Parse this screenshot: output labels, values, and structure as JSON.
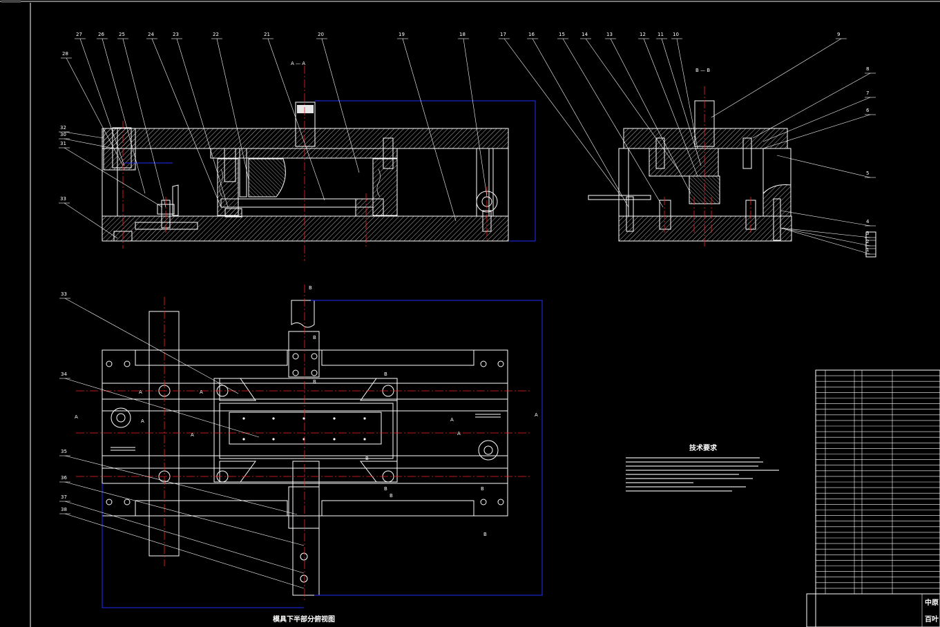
{
  "section_marks": {
    "aa_top": "A — A",
    "bb_top": "B — B",
    "a": "A",
    "b": "B"
  },
  "top_leaders": [
    "27",
    "26",
    "25",
    "24",
    "23",
    "22",
    "21",
    "20",
    "19",
    "18",
    "17",
    "16",
    "15",
    "14",
    "13",
    "12",
    "11",
    "10",
    "9"
  ],
  "left_leaders": [
    "28",
    "32",
    "30",
    "31",
    "33"
  ],
  "right_leaders": [
    "8",
    "7",
    "6",
    "5",
    "4",
    "3",
    "2",
    "1"
  ],
  "plan_leaders": [
    "33",
    "34",
    "35",
    "36",
    "37",
    "38"
  ],
  "tech_req_title": "技术要求",
  "plan_view_title": "模具下半部分俯视图",
  "title_block": {
    "company": "中原",
    "name": "百叶"
  }
}
